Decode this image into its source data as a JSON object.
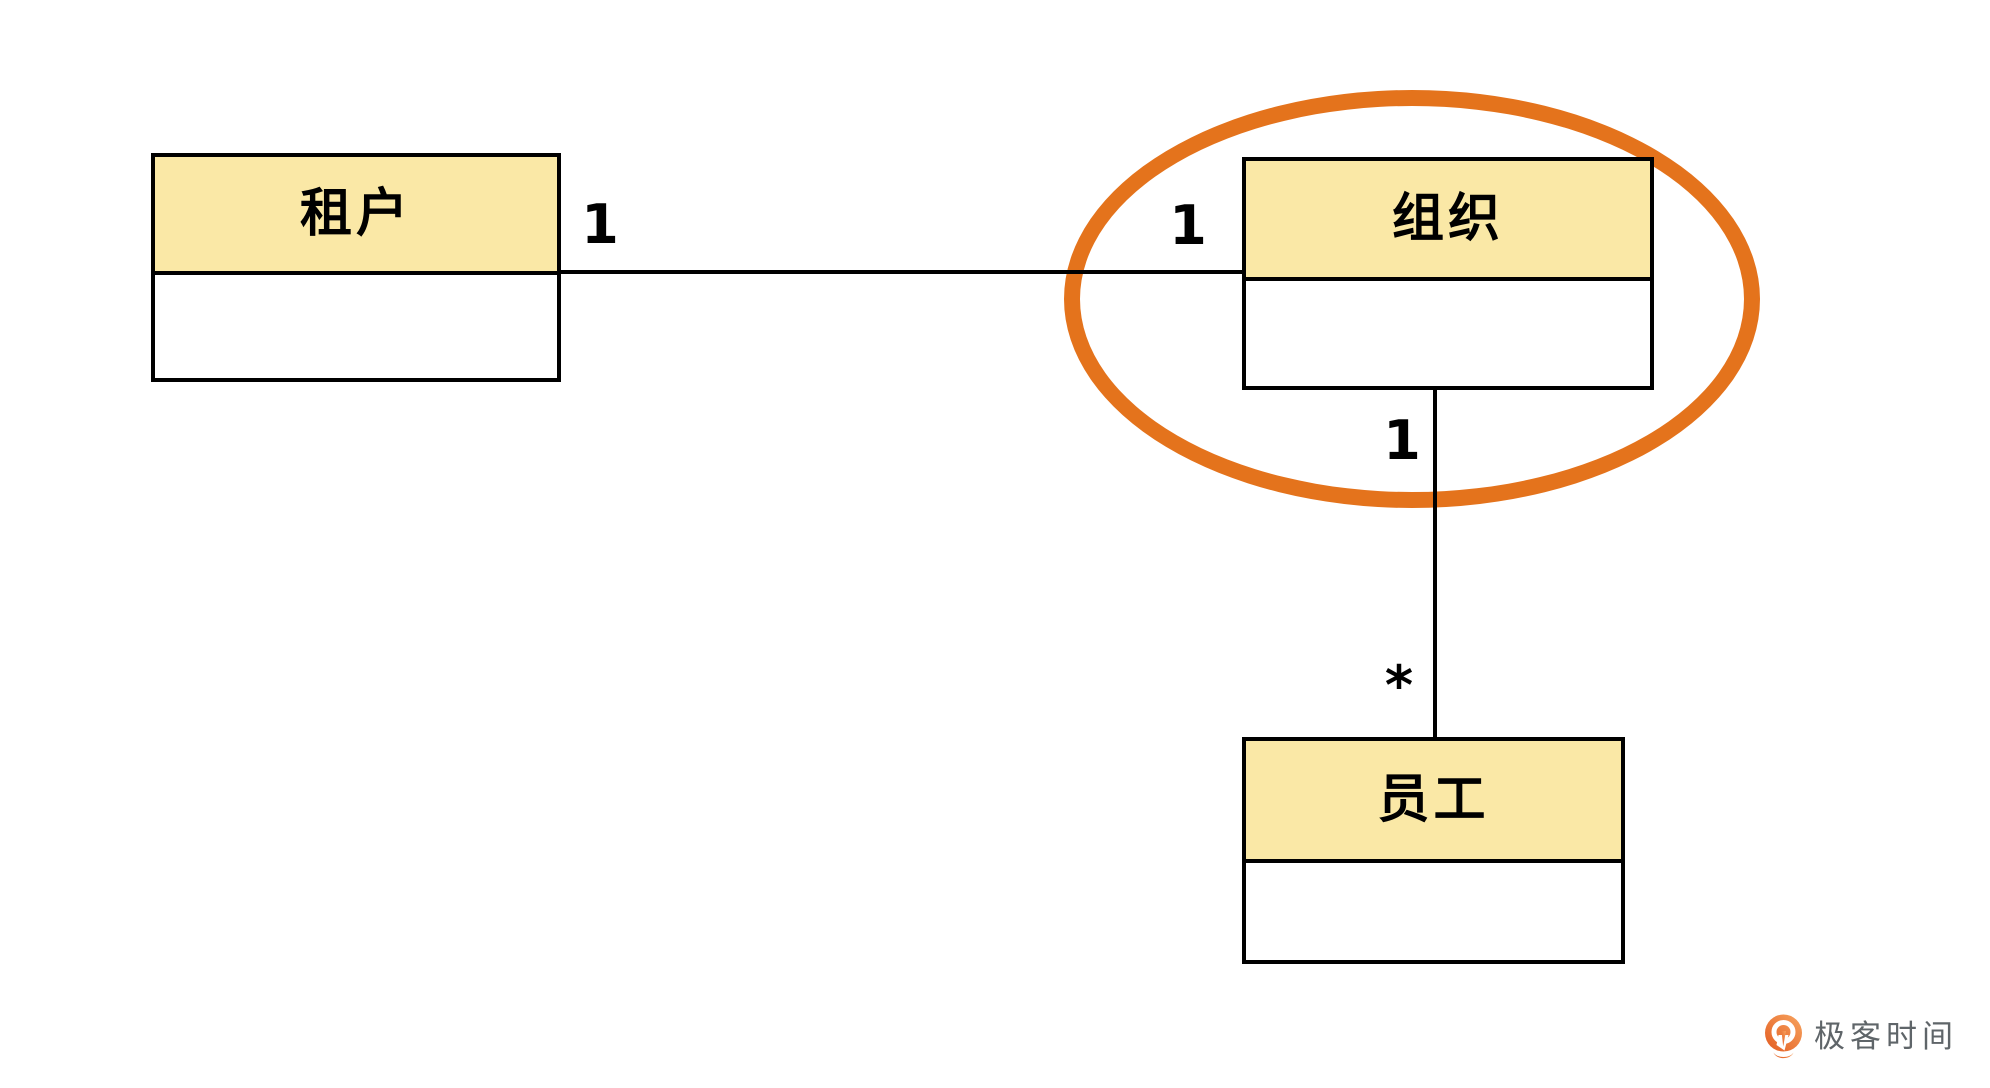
{
  "diagram": {
    "colors": {
      "header_fill": "#FAE8A6",
      "box_border": "#000000",
      "line": "#000000",
      "highlight_ellipse": "#E4731C"
    },
    "entities": [
      {
        "id": "tenant",
        "label": "租户"
      },
      {
        "id": "organization",
        "label": "组织"
      },
      {
        "id": "employee",
        "label": "员工"
      }
    ],
    "labels": {
      "tenant_multiplicity": "1",
      "organization_left_multiplicity": "1",
      "organization_bottom_multiplicity": "1",
      "employee_multiplicity": "*"
    }
  },
  "branding": {
    "logo_text": "极客时间",
    "logo_text_color": "#5F6569",
    "logo_gradient_start": "#F7A45F",
    "logo_gradient_end": "#E35C22"
  }
}
